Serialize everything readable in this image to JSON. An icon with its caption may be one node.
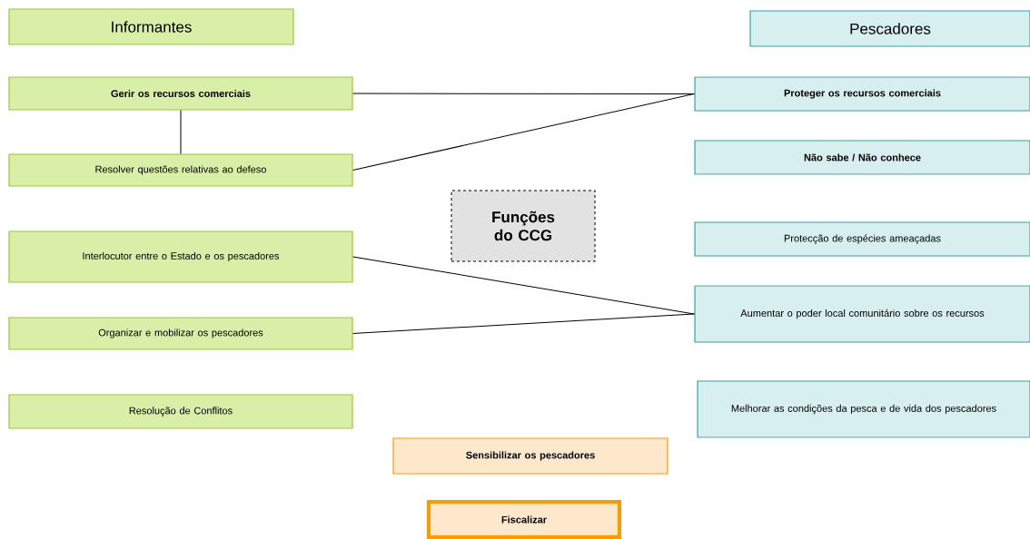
{
  "diagram": {
    "nodes": [
      {
        "text": [
          "Informantes"
        ]
      },
      {
        "text": [
          "Pescadores"
        ]
      },
      {
        "text": [
          "Gerir os recursos comerciais"
        ]
      },
      {
        "text": [
          "Proteger os recursos comerciais"
        ]
      },
      {
        "text": [
          "Resolver questões relativas ao defeso"
        ]
      },
      {
        "text": [
          "Não sabe / Não conhece"
        ]
      },
      {
        "text": [
          "Funções do CCG"
        ]
      },
      {
        "text": [
          "Interlocutor entre o Estado e os pescadores"
        ]
      },
      {
        "text": [
          "Protecção de espécies ameaçadas"
        ]
      },
      {
        "text": [
          "Aumentar o poder local comunitário sobre os recursos"
        ]
      },
      {
        "text": [
          "Organizar e mobilizar os pescadores"
        ]
      },
      {
        "text": [
          "Resolução de Conflitos"
        ]
      },
      {
        "text": [
          "Melhorar as condições da pesca e de vida dos pescadores"
        ]
      },
      {
        "text": [
          "Sensibilizar os pescadores"
        ]
      },
      {
        "text": [
          "Fiscalizar"
        ]
      }
    ],
    "edges": [
      {
        "from": 2,
        "to": 3,
        "arrow": "none"
      },
      {
        "from": 2,
        "to": 4,
        "arrow": "none"
      },
      {
        "from": 4,
        "to": 3,
        "arrow": "none"
      },
      {
        "from": 7,
        "to": 9,
        "arrow": "none"
      },
      {
        "from": 10,
        "to": 9,
        "arrow": "none"
      }
    ]
  }
}
